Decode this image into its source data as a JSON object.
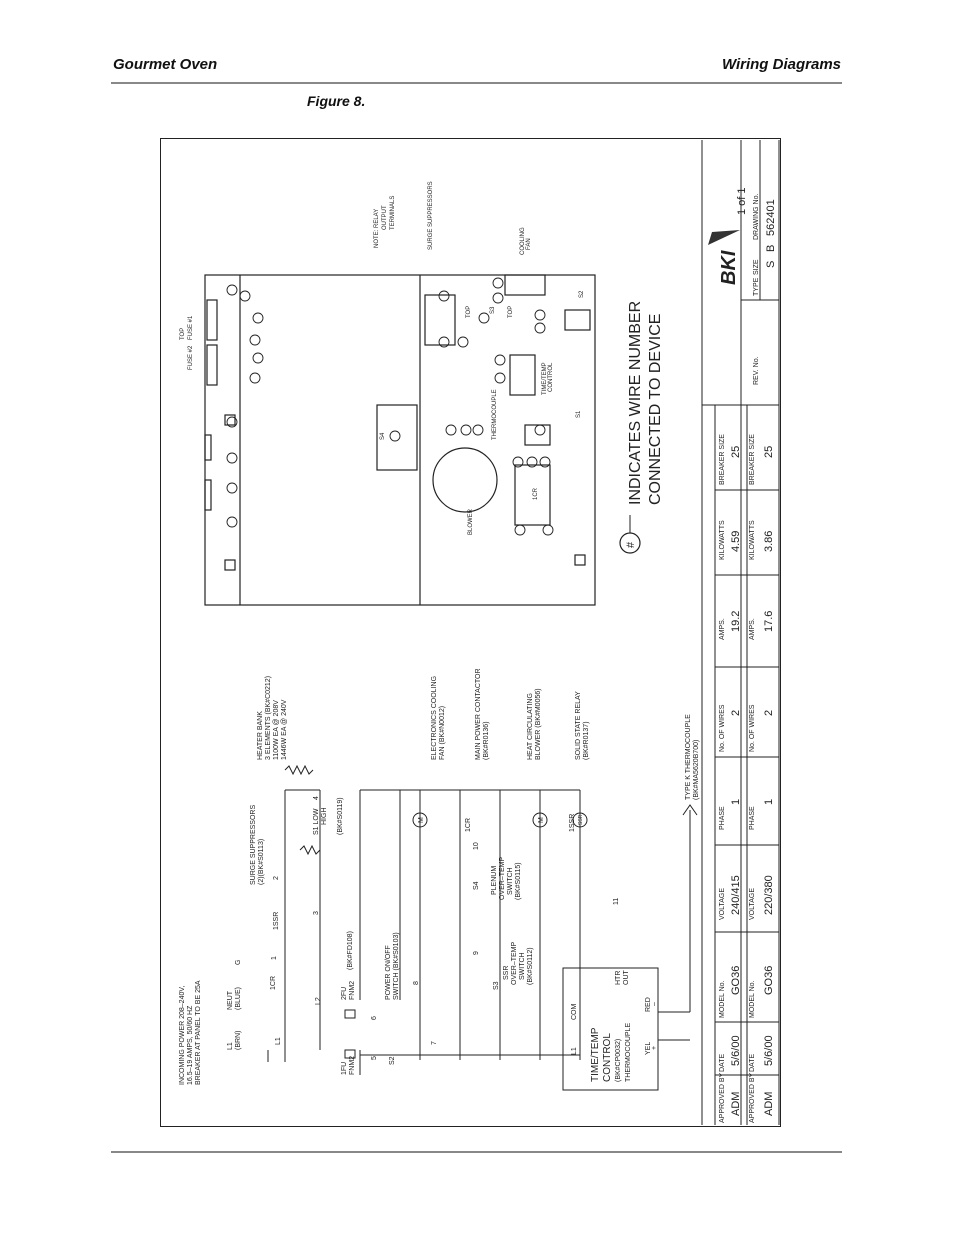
{
  "header": {
    "left": "Gourmet Oven",
    "right": "Wiring Diagrams"
  },
  "figure_caption": "Figure 8.",
  "schematic": {
    "incoming": [
      "INCOMING POWER 208–240V,",
      "16.5–19 AMPS, 50/60 HZ",
      "BREAKER AT PANEL TO BE 25A"
    ],
    "l1": [
      "L1",
      "(BRN)"
    ],
    "neut": [
      "NEUT",
      "(BLUE)"
    ],
    "ground": "G",
    "cr1": "1CR",
    "ssr1": "1SSR",
    "l1_label": "L1",
    "l2_label": "L2",
    "fu1": [
      "1FU",
      "FNM2"
    ],
    "fu2": [
      "2FU",
      "FNM2"
    ],
    "fuse_part": "(BK#FD108)",
    "s2_label": "S2",
    "power_switch": [
      "POWER ON/OFF",
      "SWITCH (BK#S0103)"
    ],
    "surge": [
      "SURGE SUPPRESSORS",
      "(2)(BK#S0113)"
    ],
    "heater_bank": [
      "HEATER BANK",
      "3 ELEMENTS (BK#C0212)",
      "1100W EA @ 208V",
      "1446W EA @ 240V"
    ],
    "s1": [
      "S1 LOW",
      "HIGH",
      "(BK#S0119)"
    ],
    "cooling_fan": [
      "ELECTRONICS COOLING",
      "FAN (BK#N0012)"
    ],
    "main_contactor": [
      "MAIN POWER CONTACTOR",
      "(BK#R0136)"
    ],
    "blower": [
      "HEAT CIRCULATING",
      "BLOWER (BK#M0056)"
    ],
    "ssr_relay": [
      "SOLID STATE RELAY",
      "(BK#R0137)"
    ],
    "thermocouple": [
      "TYPE K THERMOCOUPLE",
      "(BK#MA5620B700)"
    ],
    "s3": [
      "S3",
      "SSR",
      "OVER–TEMP",
      "SWITCH",
      "(BK#S0112)"
    ],
    "s4": [
      "S4",
      "PLENUM",
      "OVER–TEMP",
      "SWITCH",
      "(BK#S0115)"
    ],
    "ttc": [
      "TIME/TEMP",
      "CONTROL",
      "(BK#CP0032)",
      "THERMOCOUPLE"
    ],
    "ttc_terms": [
      "L1",
      "COM",
      "HTR",
      "OUT",
      "YEL",
      "+",
      "RED",
      "–"
    ],
    "wire_numbers": [
      "1",
      "2",
      "3",
      "4",
      "5",
      "6",
      "7",
      "8",
      "9",
      "10",
      "11"
    ],
    "cr1b": "1CR",
    "ssr1b": "1SSR",
    "motor": "M",
    "ssr_circle": "SSR"
  },
  "layout_diagram": {
    "top": "TOP",
    "fuse2": "FUSE #2",
    "fuse1": "FUSE #1",
    "note": [
      "NOTE: RELAY",
      "OUTPUT",
      "TERMINALS"
    ],
    "surge": "SURGE SUPPRESSORS",
    "cooling_fan": [
      "COOLING",
      "FAN"
    ],
    "ttc": [
      "TIME/TEMP",
      "CONTROL"
    ],
    "thermocouple": "THERMOCOUPLE",
    "blower": "BLOWER",
    "cr": "1CR",
    "s1": "S1",
    "s2": "S2",
    "s3": "S3",
    "s4": "S4",
    "top2": "TOP",
    "top3": "TOP"
  },
  "legend": {
    "symbol": "#",
    "text": [
      "INDICATES WIRE NUMBER",
      "CONNECTED TO DEVICE"
    ]
  },
  "title_block": {
    "headers": [
      "APPROVED BY",
      "DATE",
      "MODEL No.",
      "VOLTAGE",
      "PHASE",
      "No. OF WIRES",
      "AMPS.",
      "KILOWATTS",
      "BREAKER SIZE"
    ],
    "row1": [
      "ADM",
      "5/6/00",
      "GO36",
      "240/415",
      "1",
      "2",
      "19.2",
      "4.59",
      "25"
    ],
    "row2": [
      "ADM",
      "5/6/00",
      "GO36",
      "220/380",
      "1",
      "2",
      "17.6",
      "3.86",
      "25"
    ],
    "rev": "REV. No.",
    "logo": "BKI",
    "sheet": "1 of 1",
    "type_label": "TYPE",
    "size_label": "SIZE",
    "drawing_label": "DRAWING No.",
    "type": "S",
    "size": "B",
    "drawing_no": "562401"
  }
}
